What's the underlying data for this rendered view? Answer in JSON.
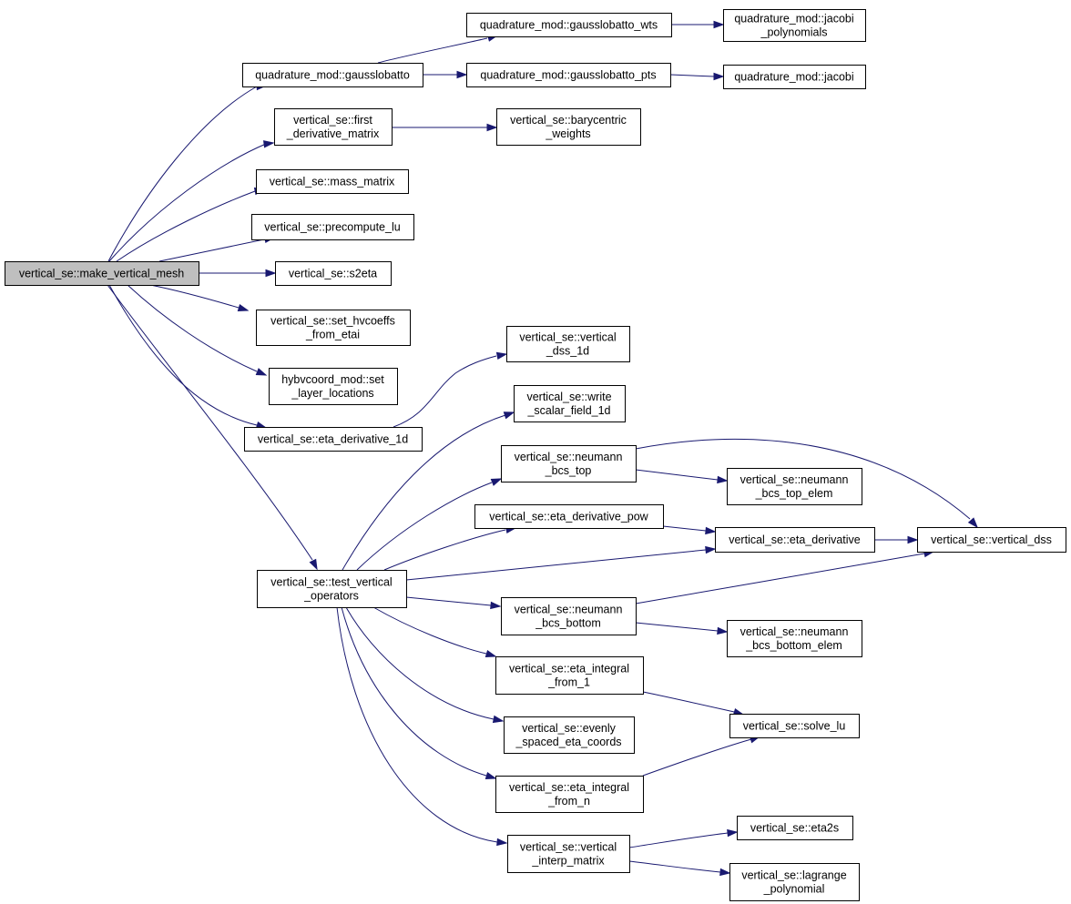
{
  "diagram": {
    "type": "call-graph",
    "colors": {
      "edge": "#191970",
      "root_fill": "#bfbfbf",
      "node_fill": "#ffffff",
      "border": "#000000"
    },
    "nodes": [
      {
        "id": "make_vertical_mesh",
        "lines": [
          "vertical_se::make_vertical_mesh"
        ],
        "root": true
      },
      {
        "id": "gausslobatto",
        "lines": [
          "quadrature_mod::gausslobatto"
        ]
      },
      {
        "id": "gausslobatto_wts",
        "lines": [
          "quadrature_mod::gausslobatto_wts"
        ]
      },
      {
        "id": "gausslobatto_pts",
        "lines": [
          "quadrature_mod::gausslobatto_pts"
        ]
      },
      {
        "id": "jacobi_polynomials",
        "lines": [
          "quadrature_mod::jacobi",
          "_polynomials"
        ]
      },
      {
        "id": "jacobi",
        "lines": [
          "quadrature_mod::jacobi"
        ]
      },
      {
        "id": "first_derivative_matrix",
        "lines": [
          "vertical_se::first",
          "_derivative_matrix"
        ]
      },
      {
        "id": "barycentric_weights",
        "lines": [
          "vertical_se::barycentric",
          "_weights"
        ]
      },
      {
        "id": "mass_matrix",
        "lines": [
          "vertical_se::mass_matrix"
        ]
      },
      {
        "id": "precompute_lu",
        "lines": [
          "vertical_se::precompute_lu"
        ]
      },
      {
        "id": "s2eta",
        "lines": [
          "vertical_se::s2eta"
        ]
      },
      {
        "id": "set_hvcoeffs_from_etai",
        "lines": [
          "vertical_se::set_hvcoeffs",
          "_from_etai"
        ]
      },
      {
        "id": "set_layer_locations",
        "lines": [
          "hybvcoord_mod::set",
          "_layer_locations"
        ]
      },
      {
        "id": "eta_derivative_1d",
        "lines": [
          "vertical_se::eta_derivative_1d"
        ]
      },
      {
        "id": "vertical_dss_1d",
        "lines": [
          "vertical_se::vertical",
          "_dss_1d"
        ]
      },
      {
        "id": "write_scalar_field_1d",
        "lines": [
          "vertical_se::write",
          "_scalar_field_1d"
        ]
      },
      {
        "id": "test_vertical_operators",
        "lines": [
          "vertical_se::test_vertical",
          "_operators"
        ]
      },
      {
        "id": "neumann_bcs_top",
        "lines": [
          "vertical_se::neumann",
          "_bcs_top"
        ]
      },
      {
        "id": "neumann_bcs_top_elem",
        "lines": [
          "vertical_se::neumann",
          "_bcs_top_elem"
        ]
      },
      {
        "id": "eta_derivative_pow",
        "lines": [
          "vertical_se::eta_derivative_pow"
        ]
      },
      {
        "id": "eta_derivative",
        "lines": [
          "vertical_se::eta_derivative"
        ]
      },
      {
        "id": "vertical_dss",
        "lines": [
          "vertical_se::vertical_dss"
        ]
      },
      {
        "id": "neumann_bcs_bottom",
        "lines": [
          "vertical_se::neumann",
          "_bcs_bottom"
        ]
      },
      {
        "id": "neumann_bcs_bottom_elem",
        "lines": [
          "vertical_se::neumann",
          "_bcs_bottom_elem"
        ]
      },
      {
        "id": "eta_integral_from_1",
        "lines": [
          "vertical_se::eta_integral",
          "_from_1"
        ]
      },
      {
        "id": "solve_lu",
        "lines": [
          "vertical_se::solve_lu"
        ]
      },
      {
        "id": "evenly_spaced_eta_coords",
        "lines": [
          "vertical_se::evenly",
          "_spaced_eta_coords"
        ]
      },
      {
        "id": "eta_integral_from_n",
        "lines": [
          "vertical_se::eta_integral",
          "_from_n"
        ]
      },
      {
        "id": "vertical_interp_matrix",
        "lines": [
          "vertical_se::vertical",
          "_interp_matrix"
        ]
      },
      {
        "id": "eta2s",
        "lines": [
          "vertical_se::eta2s"
        ]
      },
      {
        "id": "lagrange_polynomial",
        "lines": [
          "vertical_se::lagrange",
          "_polynomial"
        ]
      }
    ],
    "edges": [
      [
        "make_vertical_mesh",
        "gausslobatto"
      ],
      [
        "make_vertical_mesh",
        "first_derivative_matrix"
      ],
      [
        "make_vertical_mesh",
        "mass_matrix"
      ],
      [
        "make_vertical_mesh",
        "precompute_lu"
      ],
      [
        "make_vertical_mesh",
        "s2eta"
      ],
      [
        "make_vertical_mesh",
        "set_hvcoeffs_from_etai"
      ],
      [
        "make_vertical_mesh",
        "set_layer_locations"
      ],
      [
        "make_vertical_mesh",
        "eta_derivative_1d"
      ],
      [
        "make_vertical_mesh",
        "test_vertical_operators"
      ],
      [
        "gausslobatto",
        "gausslobatto_wts"
      ],
      [
        "gausslobatto",
        "gausslobatto_pts"
      ],
      [
        "gausslobatto_wts",
        "jacobi_polynomials"
      ],
      [
        "gausslobatto_pts",
        "jacobi"
      ],
      [
        "first_derivative_matrix",
        "barycentric_weights"
      ],
      [
        "eta_derivative_1d",
        "vertical_dss_1d"
      ],
      [
        "test_vertical_operators",
        "write_scalar_field_1d"
      ],
      [
        "test_vertical_operators",
        "neumann_bcs_top"
      ],
      [
        "test_vertical_operators",
        "eta_derivative_pow"
      ],
      [
        "test_vertical_operators",
        "eta_derivative"
      ],
      [
        "test_vertical_operators",
        "neumann_bcs_bottom"
      ],
      [
        "test_vertical_operators",
        "eta_integral_from_1"
      ],
      [
        "test_vertical_operators",
        "evenly_spaced_eta_coords"
      ],
      [
        "test_vertical_operators",
        "eta_integral_from_n"
      ],
      [
        "test_vertical_operators",
        "vertical_interp_matrix"
      ],
      [
        "neumann_bcs_top",
        "neumann_bcs_top_elem"
      ],
      [
        "neumann_bcs_top",
        "vertical_dss"
      ],
      [
        "eta_derivative_pow",
        "eta_derivative"
      ],
      [
        "eta_derivative",
        "vertical_dss"
      ],
      [
        "neumann_bcs_bottom",
        "neumann_bcs_bottom_elem"
      ],
      [
        "neumann_bcs_bottom",
        "vertical_dss"
      ],
      [
        "eta_integral_from_1",
        "solve_lu"
      ],
      [
        "eta_integral_from_n",
        "solve_lu"
      ],
      [
        "vertical_interp_matrix",
        "eta2s"
      ],
      [
        "vertical_interp_matrix",
        "lagrange_polynomial"
      ]
    ]
  }
}
